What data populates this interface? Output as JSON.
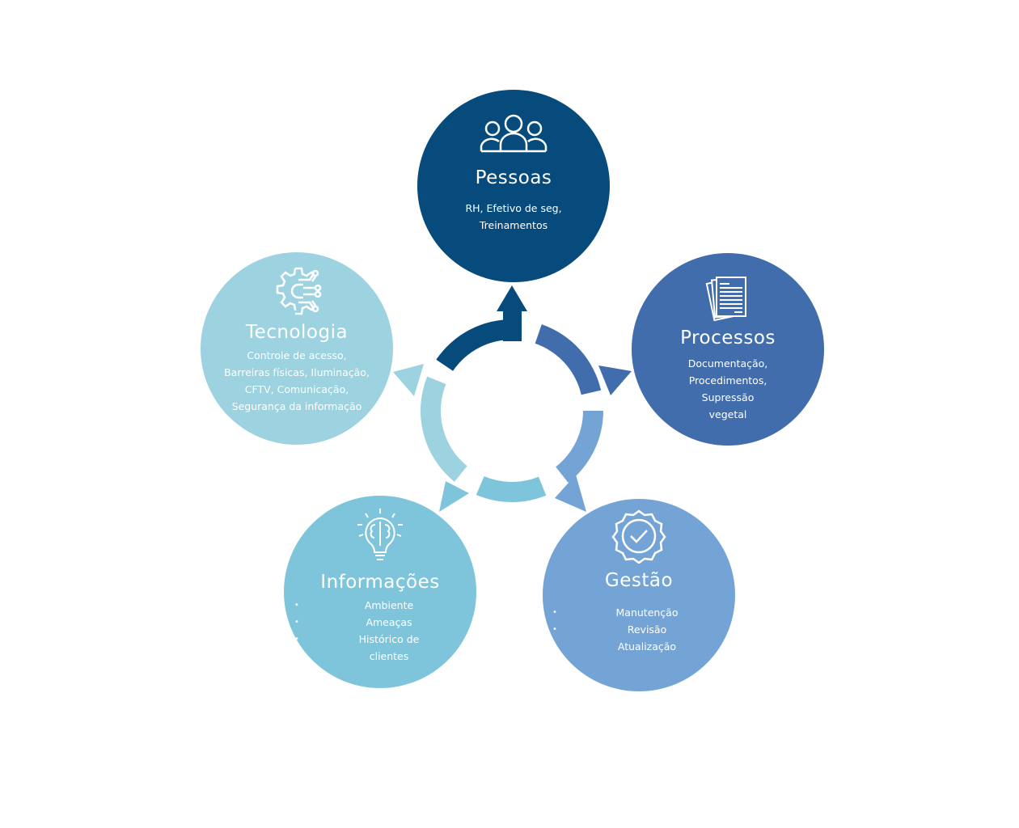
{
  "colors": {
    "pessoas": "#074b7c",
    "processos": "#416dac",
    "gestao": "#74a4d6",
    "informacoes": "#7ec5dc",
    "tecnologia": "#9dd2e0"
  },
  "nodes": {
    "pessoas": {
      "title": "Pessoas",
      "lines": [
        "RH, Efetivo de seg,",
        "Treinamentos"
      ],
      "icon": "people-icon"
    },
    "processos": {
      "title": "Processos",
      "lines": [
        "Documentação,",
        "Procedimentos,",
        "Supressão",
        "vegetal"
      ],
      "icon": "documents-icon"
    },
    "gestao": {
      "title": "Gestão",
      "items": [
        "Manutenção",
        "Revisão",
        "Atualização"
      ],
      "icon": "check-badge-icon"
    },
    "informacoes": {
      "title": "Informações",
      "items": [
        "Ambiente",
        "Ameaças",
        "Histórico de",
        "clientes"
      ],
      "icon": "brain-bulb-icon"
    },
    "tecnologia": {
      "title": "Tecnologia",
      "lines": [
        "Controle de acesso,",
        "Barreiras físicas, Iluminação,",
        "CFTV, Comunicação,",
        "Segurança da informação"
      ],
      "icon": "gear-circuit-icon"
    }
  }
}
